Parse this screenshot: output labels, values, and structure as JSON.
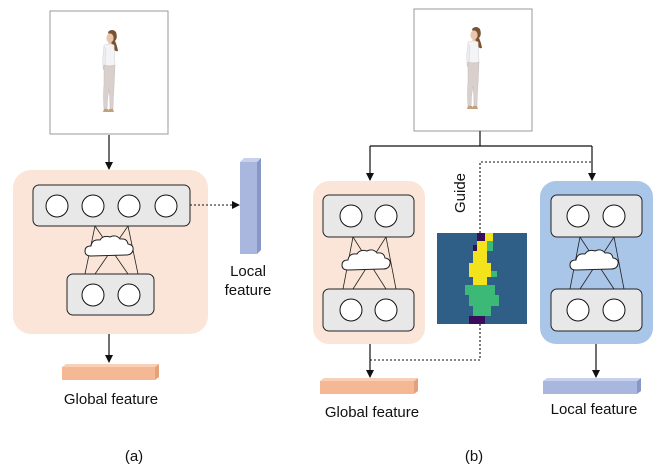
{
  "panel_a": {
    "local_feature_line1": "Local",
    "local_feature_line2": "feature",
    "global_feature_label": "Global feature",
    "caption": "(a)"
  },
  "panel_b": {
    "guide_label": "Guide",
    "global_feature_label": "Global feature",
    "local_feature_label": "Local feature",
    "caption": "(b)"
  },
  "colors": {
    "global_branch_fill": "#fbe5d8",
    "local_branch_fill": "#a9c5e8",
    "layer_box_fill": "#e8e8e8",
    "global_feature_bar": "#f5b895",
    "local_feature_bar": "#a9b7de",
    "guide_map_background": "#2f5f86",
    "guide_map_yellow": "#f2e31c",
    "guide_map_green": "#3cb977",
    "guide_map_purple": "#3a0d5c"
  },
  "icons": {
    "person_photo": "person-standing-photo",
    "cloud": "cloud-icon",
    "neuron": "neuron-circle"
  }
}
